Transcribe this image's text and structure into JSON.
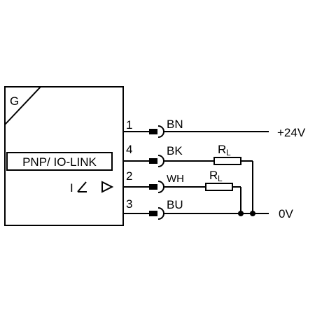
{
  "sensor": {
    "label": "G",
    "output_label": "PNP/ IO-LINK",
    "current_symbol": "I"
  },
  "pins": [
    {
      "number": "1",
      "color": "BN"
    },
    {
      "number": "4",
      "color": "BK"
    },
    {
      "number": "2",
      "color": "WH"
    },
    {
      "number": "3",
      "color": "BU"
    }
  ],
  "loads": [
    {
      "label": "R",
      "subscript": "L"
    },
    {
      "label": "R",
      "subscript": "L"
    }
  ],
  "supply": {
    "positive": "+24V",
    "negative": "0V"
  }
}
